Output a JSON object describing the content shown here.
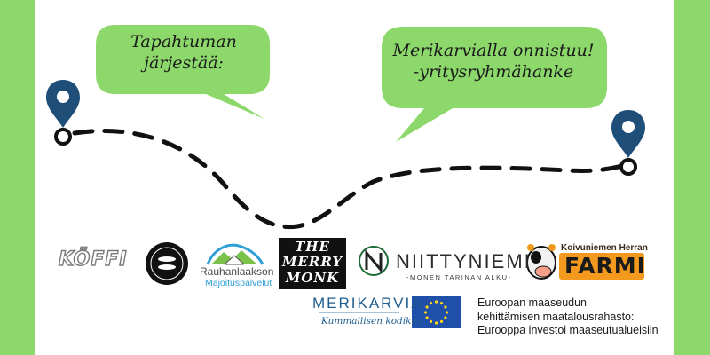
{
  "bubbles": {
    "left": {
      "line1": "Tapahtuman",
      "line2": "järjestää:"
    },
    "right": {
      "line1": "Merikarvialla onnistuu!",
      "line2": "-yritysryhmähanke"
    }
  },
  "logos": {
    "koffi": "KÖFFI",
    "rauhanlaakso": {
      "name": "Rauhanlaakson",
      "sub": "Majoituspalvelut"
    },
    "merry_monk": {
      "line1": "THE",
      "line2": "MERRY",
      "line3": "MONK"
    },
    "niittyniemi": {
      "name": "NIITTYNIEMI",
      "tagline": "-MONEN TARINAN ALKU-"
    },
    "farmi": {
      "top": "Koivuniemen Herran",
      "word": "FARMI"
    },
    "merikarvia": {
      "name": "MERIKARVIA",
      "slogan": "Kummallisen kodikas"
    },
    "eu_text": [
      "Euroopan maaseudun",
      "kehittämisen maatalousrahasto:",
      "Eurooppa investoi maaseutualueisiin"
    ]
  },
  "colors": {
    "side_bars": "#8cd86a",
    "bubbles": "#8cd86a",
    "pins": "#1f4e79",
    "route": "#111111",
    "eu_flag": "#1f4fa8",
    "eu_stars": "#ffd617"
  },
  "icons": [
    "map-pin-icon",
    "sardine-seal-icon",
    "house-mountain-icon",
    "niittyniemi-n-icon",
    "cow-icon",
    "eu-flag-icon"
  ]
}
